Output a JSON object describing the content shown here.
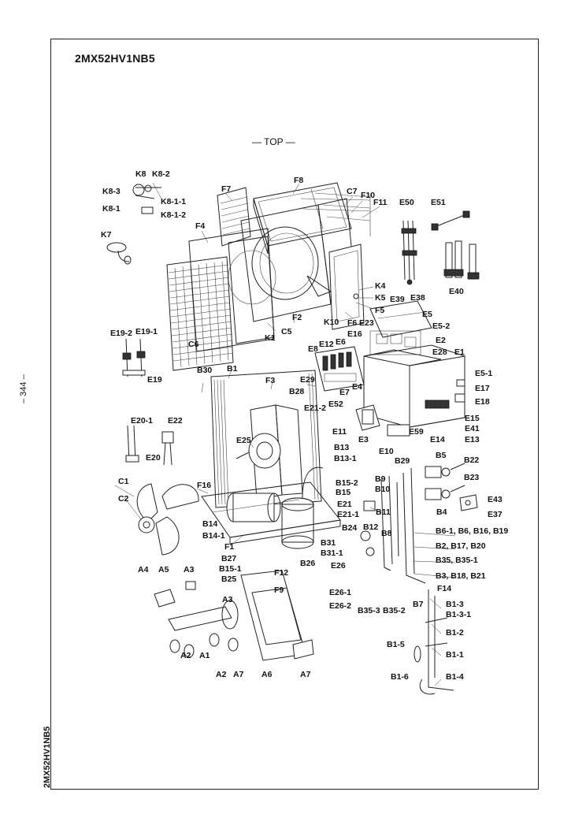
{
  "header": {
    "model": "2MX52HV1NB5"
  },
  "view_label": "— TOP —",
  "page_number": "– 344 –",
  "side_model": "2MX52HV1NB5",
  "parts": {
    "K8": "K8",
    "K8_2": "K8-2",
    "K8_3": "K8-3",
    "K8_1_1": "K8-1-1",
    "K8_1": "K8-1",
    "K8_1_2": "K8-1-2",
    "K7": "K7",
    "F7": "F7",
    "F8": "F8",
    "C7": "C7",
    "F10": "F10",
    "F11": "F11",
    "E50": "E50",
    "E51": "E51",
    "F4": "F4",
    "E40": "E40",
    "K4": "K4",
    "K5": "K5",
    "F5": "F5",
    "E39": "E39",
    "E38": "E38",
    "F2": "F2",
    "K10": "K10",
    "F6": "F6",
    "E23": "E23",
    "E5": "E5",
    "E5_2": "E5-2",
    "C5": "C5",
    "K1": "K1",
    "C6": "C6",
    "E16": "E16",
    "E12": "E12",
    "E6": "E6",
    "E8": "E8",
    "E2": "E2",
    "E28": "E28",
    "E1": "E1",
    "E19_2": "E19-2",
    "E19_1": "E19-1",
    "E19": "E19",
    "B30": "B30",
    "B1": "B1",
    "E29": "E29",
    "F3": "F3",
    "B28": "B28",
    "E7": "E7",
    "E4": "E4",
    "E52": "E52",
    "E5_1": "E5-1",
    "E17": "E17",
    "E18": "E18",
    "E21_2": "E21-2",
    "E15": "E15",
    "E41": "E41",
    "E11": "E11",
    "E3": "E3",
    "E13": "E13",
    "E20_1": "E20-1",
    "E22": "E22",
    "E59": "E59",
    "E14": "E14",
    "E25": "E25",
    "E10": "E10",
    "B13": "B13",
    "B13_1": "B13-1",
    "E20": "E20",
    "B5": "B5",
    "B22": "B22",
    "B29": "B29",
    "C1": "C1",
    "F16": "F16",
    "B9": "B9",
    "B23": "B23",
    "B15_2": "B15-2",
    "B10": "B10",
    "C2": "C2",
    "B15": "B15",
    "E43": "E43",
    "E21": "E21",
    "B4": "B4",
    "E21_1": "E21-1",
    "E37": "E37",
    "B11": "B11",
    "B14": "B14",
    "B24": "B24",
    "B12": "B12",
    "B6_1": "B6-1, B6, B16, B19",
    "B14_1": "B14-1",
    "B8": "B8",
    "F1": "F1",
    "B31": "B31",
    "B31_1": "B31-1",
    "B2": "B2, B17, B20",
    "B27": "B27",
    "E26": "E26",
    "B26": "B26",
    "B15_1": "B15-1",
    "F12": "F12",
    "B35": "B35, B35-1",
    "B25": "B25",
    "B3": "B3, B18, B21",
    "A4": "A4",
    "A5": "A5",
    "A3a": "A3",
    "F14": "F14",
    "F9": "F9",
    "E26_1": "E26-1",
    "B7": "B7",
    "A3b": "A3",
    "E26_2": "E26-2",
    "B35_3": "B35-3",
    "B35_2": "B35-2",
    "B1_3": "B1-3",
    "B1_3_1": "B1-3-1",
    "B1_2": "B1-2",
    "B1_5": "B1-5",
    "A2a": "A2",
    "A1": "A1",
    "B1_1": "B1-1",
    "A2b": "A2",
    "A7a": "A7",
    "A6": "A6",
    "A7b": "A7",
    "B1_6": "B1-6",
    "B1_4": "B1-4"
  }
}
